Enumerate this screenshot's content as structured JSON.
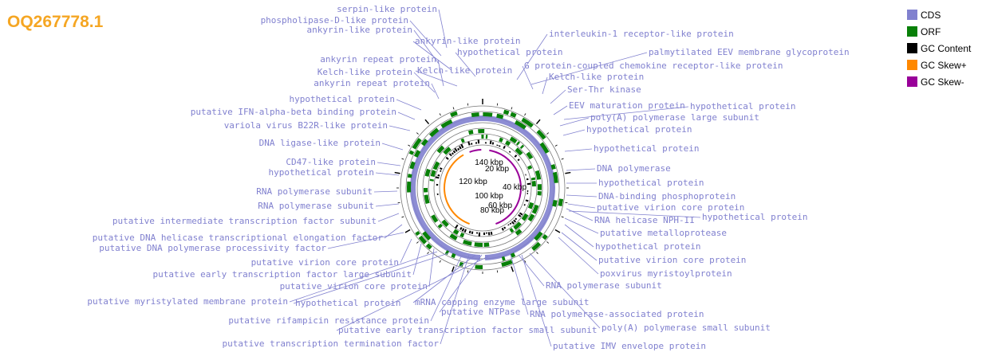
{
  "title": "OQ267778.1",
  "legend": [
    {
      "label": "CDS",
      "color": "#8181cf"
    },
    {
      "label": "ORF",
      "color": "#088008"
    },
    {
      "label": "GC Content",
      "color": "#000000"
    },
    {
      "label": "GC Skew+",
      "color": "#ff8800"
    },
    {
      "label": "GC Skew-",
      "color": "#990099"
    }
  ],
  "colors": {
    "cds": "#8181cf",
    "orf": "#088008",
    "gc": "#000000",
    "skew_pos": "#ff8800",
    "skew_neg": "#990099"
  },
  "kbp_ticks": [
    "20 kbp",
    "40 kbp",
    "60 kbp",
    "80 kbp",
    "100 kbp",
    "120 kbp",
    "140 kbp"
  ],
  "features": [
    "serpin-like protein",
    "phospholipase-D-like protein",
    "ankyrin-like protein",
    "ankyrin-like protein",
    "hypothetical protein",
    "interleukin-1 receptor-like protein",
    "palmytilated EEV membrane glycoprotein",
    "ankyrin repeat protein",
    "G protein-coupled chemokine receptor-like protein",
    "Kelch-like protein",
    "Kelch-like protein",
    "Kelch-like protein",
    "ankyrin repeat protein",
    "Ser-Thr kinase",
    "hypothetical protein",
    "EEV maturation protein",
    "hypothetical protein",
    "putative IFN-alpha-beta binding protein",
    "poly(A) polymerase large subunit",
    "variola virus B22R-like protein",
    "hypothetical protein",
    "DNA ligase-like protein",
    "hypothetical protein",
    "CD47-like protein",
    "DNA polymerase",
    "hypothetical protein",
    "hypothetical protein",
    "RNA polymerase subunit",
    "DNA-binding phosphoprotein",
    "RNA polymerase subunit",
    "putative virion core protein",
    "RNA helicase NPH-II",
    "hypothetical protein",
    "putative intermediate transcription factor subunit",
    "putative metalloprotease",
    "putative DNA helicase transcriptional elongation factor",
    "putative DNA polymerase processivity factor",
    "hypothetical protein",
    "putative virion core protein",
    "putative virion core protein",
    "putative early transcription factor large subunit",
    "poxvirus myristoylprotein",
    "putative virion core protein",
    "RNA polymerase subunit",
    "putative myristylated membrane protein",
    "hypothetical protein",
    "mRNA capping enzyme large subunit",
    "putative NTPase",
    "RNA polymerase-associated protein",
    "putative rifampicin resistance protein",
    "poly(A) polymerase small subunit",
    "putative early transcription factor small subunit",
    "putative transcription termination factor",
    "putative IMV envelope protein"
  ]
}
